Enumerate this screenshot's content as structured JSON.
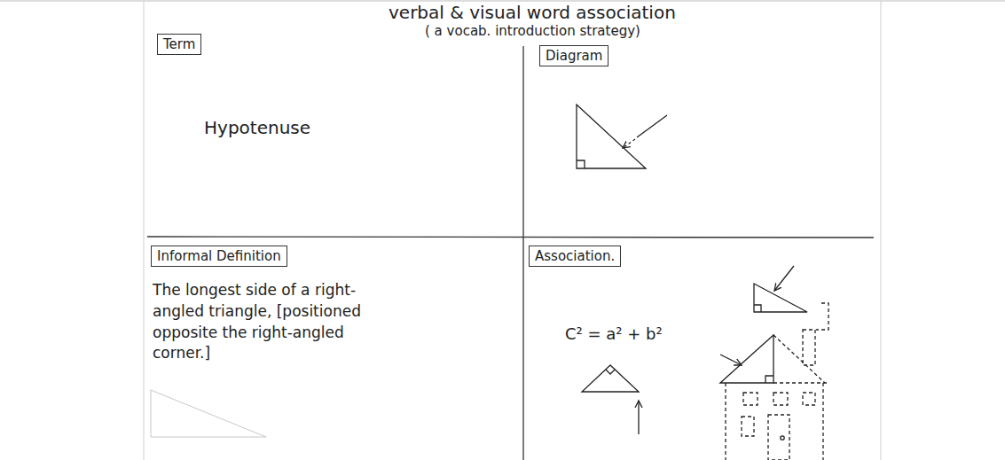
{
  "diagram": {
    "title": "verbal & visual word association",
    "nodes": [
      {
        "text": [
          "Term"
        ]
      },
      {
        "text": [
          "Diagram"
        ]
      },
      {
        "text": [
          "Informal Definition"
        ]
      },
      {
        "text": [
          "Association."
        ]
      }
    ],
    "labels": [
      "( a vocab. introduction strategy)",
      "Hypotenuse",
      "The longest side of a right-angled triangle, [positioned opposite the right-angled corner.]",
      "C² = a² + b²"
    ]
  }
}
